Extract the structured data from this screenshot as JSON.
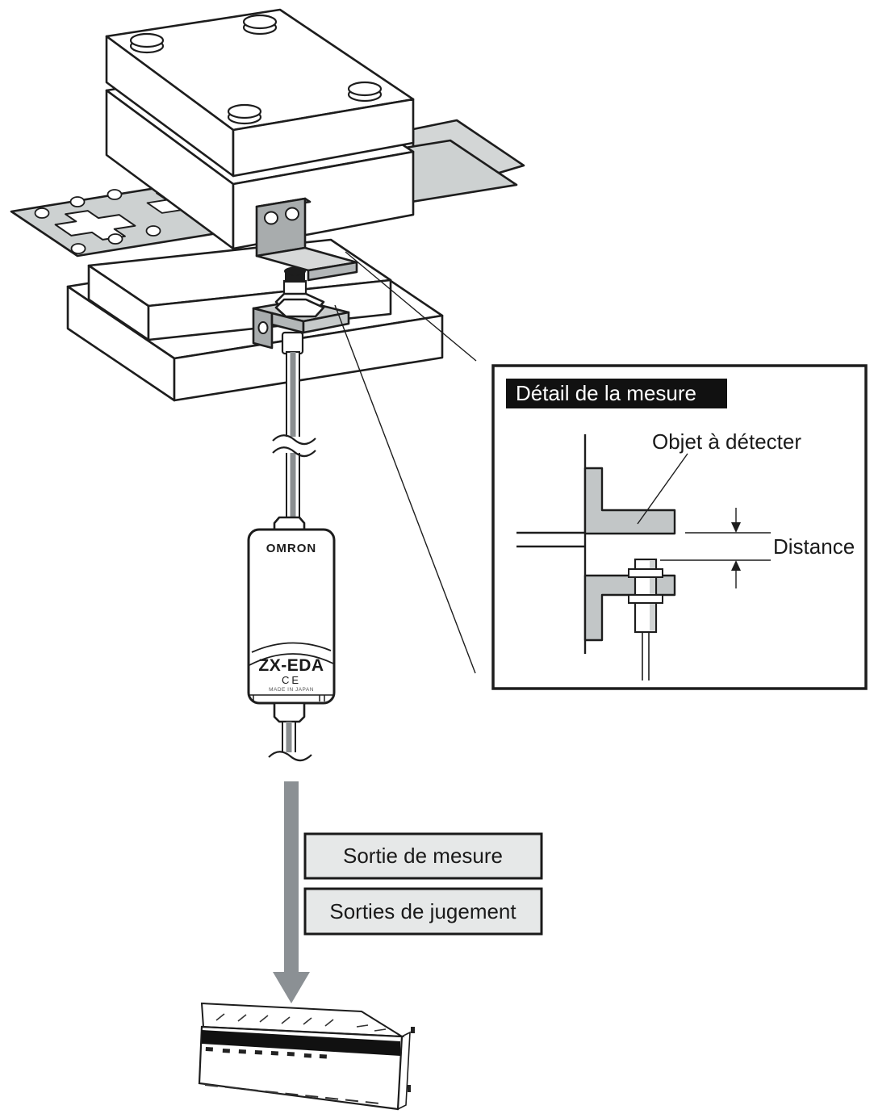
{
  "figure": {
    "type": "technical-diagram",
    "description_visible_text_only": true
  },
  "inset": {
    "title": "Détail de la mesure",
    "object_label": "Objet à détecter",
    "distance_label": "Distance"
  },
  "amplifier": {
    "brand": "OMRON",
    "model": "ZX-EDA",
    "ce_mark": "CE",
    "made_in": "MADE IN JAPAN"
  },
  "outputs": {
    "measure": "Sortie de mesure",
    "judgement": "Sorties de jugement"
  },
  "colors": {
    "line": "#1d1d1d",
    "strip_gray": "#cdd1d1",
    "bracket_gray": "#a8acad",
    "bracket_light": "#d7d9d9",
    "inset_gray": "#c2c6c7",
    "arrow_gray": "#8b9094",
    "label_box_fill": "#e6e8e8",
    "cable_core": "#898d8f"
  }
}
